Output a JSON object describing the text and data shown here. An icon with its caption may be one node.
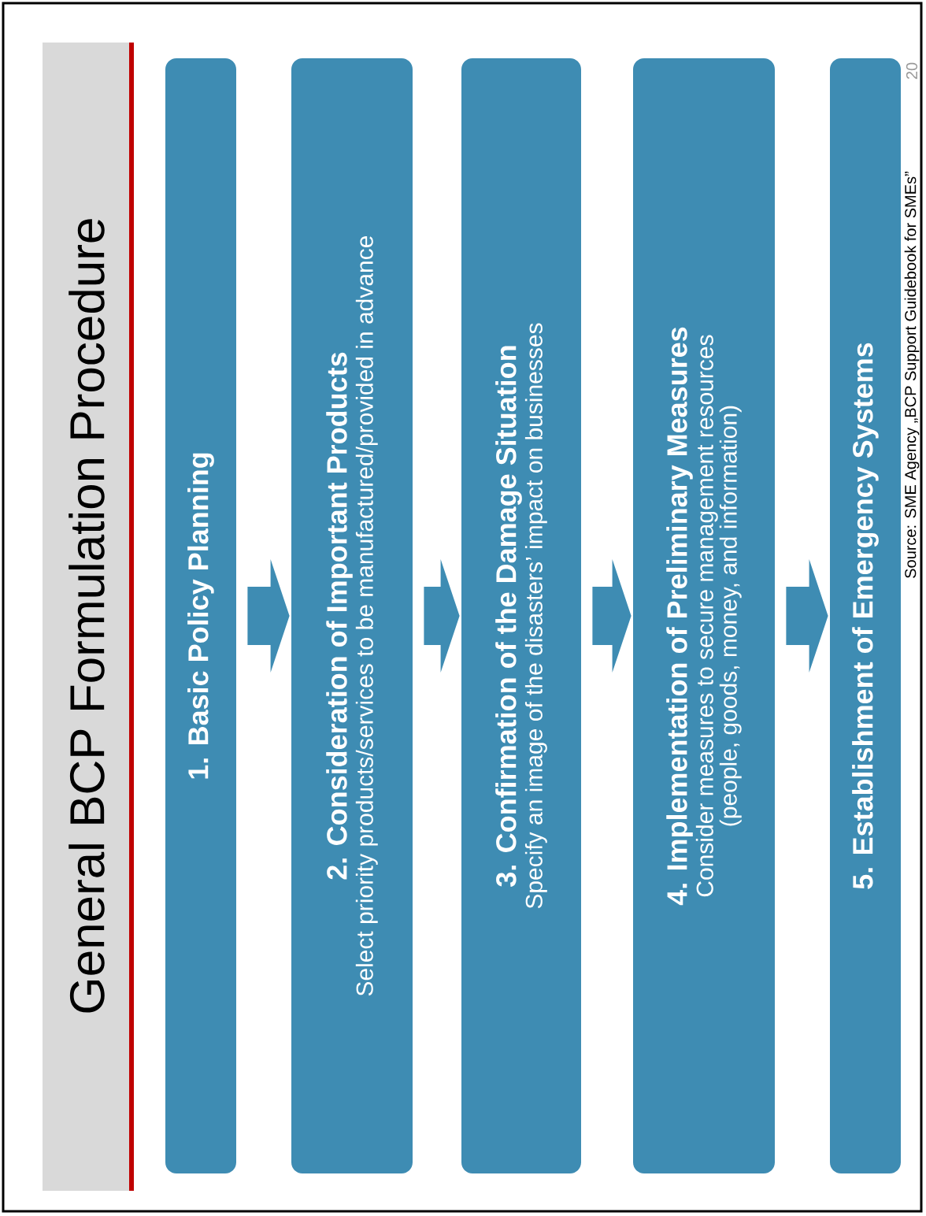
{
  "diagram": {
    "title": "General BCP Formulation Procedure",
    "nodes": [
      {
        "text": [
          "1. Basic Policy Planning"
        ]
      },
      {
        "text": [
          "2. Consideration of Important Products",
          "Select priority products/services to be manufactured/provided in advance"
        ]
      },
      {
        "text": [
          "3. Confirmation of the Damage Situation",
          "Specify an image of the disasters’ impact on businesses"
        ]
      },
      {
        "text": [
          "4. Implementation of Preliminary Measures",
          "Consider measures to secure management resources (people, goods, money, and information)"
        ]
      },
      {
        "text": [
          "5. Establishment of Emergency Systems"
        ]
      }
    ],
    "edges": [
      {
        "from": 0,
        "to": 1,
        "arrow": "to"
      },
      {
        "from": 1,
        "to": 2,
        "arrow": "to"
      },
      {
        "from": 2,
        "to": 3,
        "arrow": "to"
      },
      {
        "from": 3,
        "to": 4,
        "arrow": "to"
      }
    ],
    "labels": [
      "Source: SME Agency „BCP Support Guidebook for SMEs”",
      "20"
    ]
  }
}
